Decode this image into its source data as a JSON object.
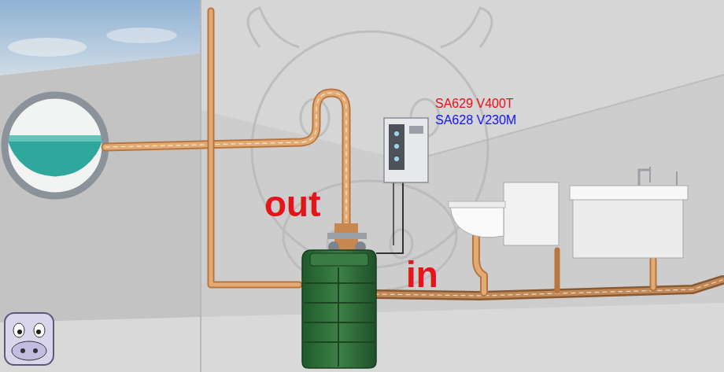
{
  "diagram": {
    "labels": [
      "out",
      "in",
      "SA629 V400T",
      "SA628 V230M"
    ]
  }
}
